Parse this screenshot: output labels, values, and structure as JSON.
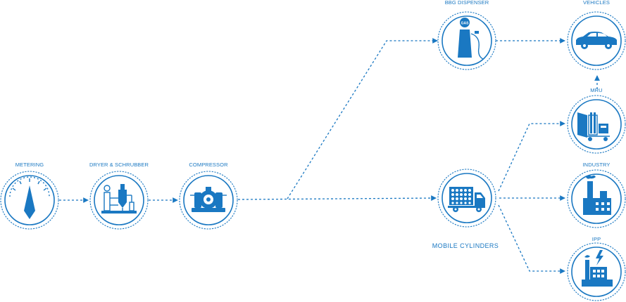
{
  "colors": {
    "accent": "#1a78c2",
    "background": "#ffffff"
  },
  "nodes": {
    "metering": {
      "label": "METERING",
      "icon": "gauge-meter-icon"
    },
    "dryer": {
      "label": "DRYER & SCHRUBBER",
      "icon": "dryer-scrubber-plant-icon"
    },
    "compressor": {
      "label": "COMPRESSOR",
      "icon": "compressor-icon"
    },
    "dispenser": {
      "label": "BBG DISPENSER",
      "icon": "gas-dispenser-icon",
      "badge": "GAS"
    },
    "vehicles": {
      "label": "VEHICLES",
      "icon": "car-icon"
    },
    "mru": {
      "label": "MRU",
      "icon": "mru-cart-icon"
    },
    "mobile": {
      "label": "MOBILE CYLINDERS",
      "icon": "cylinder-truck-icon"
    },
    "industry": {
      "label": "INDUSTRY",
      "icon": "factory-icon"
    },
    "ipp": {
      "label": "IPP",
      "icon": "power-plant-icon"
    }
  }
}
